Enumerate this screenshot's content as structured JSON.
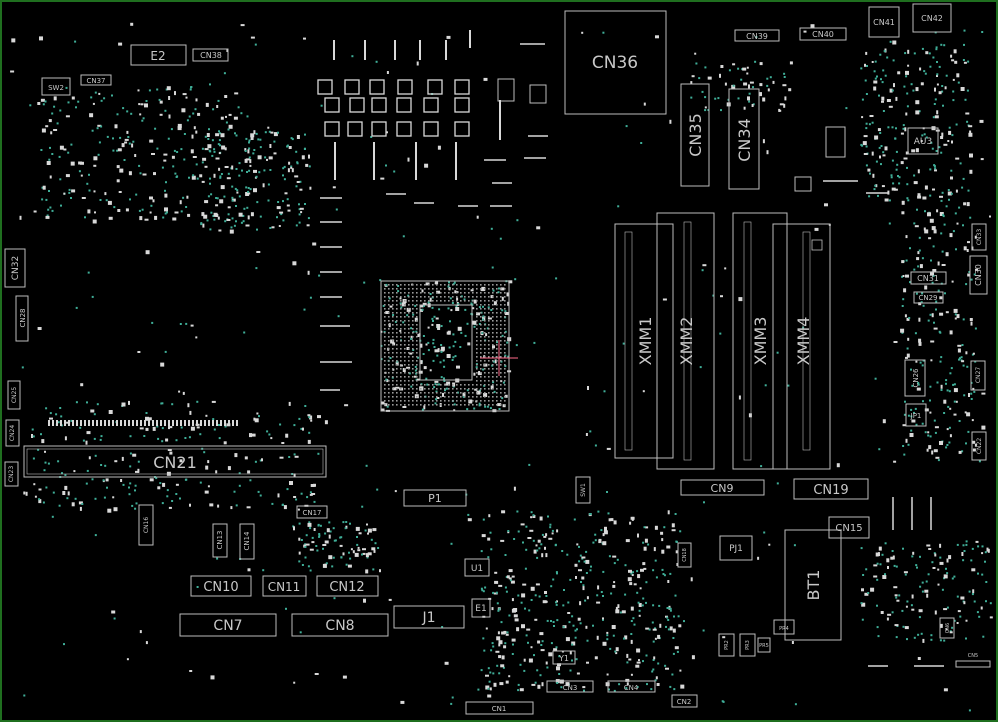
{
  "colors": {
    "background": "#000000",
    "outline": "#bdbdbd",
    "pad": "#d9d9d9",
    "via": "#3fae98",
    "border": "#1f6f1f",
    "cursor": "#ff6a8a"
  },
  "labels": {
    "cn36": "CN36",
    "cn35": "CN35",
    "cn34": "CN34",
    "cn39": "CN39",
    "cn40": "CN40",
    "cn41": "CN41",
    "cn42": "CN42",
    "au3": "AU3",
    "e2": "E2",
    "cn38": "CN38",
    "cn37": "CN37",
    "sw2": "SW2",
    "cn32": "CN32",
    "cn28": "CN28",
    "cn33": "CN33",
    "cn31": "CN31",
    "cn29": "CN29",
    "cn30": "CN30",
    "cn26": "CN26",
    "cn27": "CN27",
    "jp1": "JP1",
    "cn21": "CN21",
    "xmm1": "XMM1",
    "xmm2": "XMM2",
    "xmm3": "XMM3",
    "xmm4": "XMM4",
    "cn9": "CN9",
    "cn19": "CN19",
    "cn15": "CN15",
    "bt1": "BT1",
    "pj1": "PJ1",
    "p1": "P1",
    "sw1": "SW1",
    "cn17": "CN17",
    "cn16": "CN16",
    "cn13": "CN13",
    "cn14": "CN14",
    "cn10": "CN10",
    "cn11": "CN11",
    "cn12": "CN12",
    "cn7": "CN7",
    "cn8": "CN8",
    "j1": "J1",
    "u1": "U1",
    "e1": "E1",
    "y1": "Y1",
    "cn3": "CN3",
    "cn4": "CN4",
    "cn1": "CN1",
    "cn2": "CN2",
    "cn18": "CN18",
    "cn23": "CN23",
    "cn22": "CN22",
    "cn24": "CN24",
    "cn25": "CN25",
    "cn6": "CN6",
    "cn5": "CN5",
    "pr2": "PR2",
    "pr3": "PR3",
    "pr4": "PR4",
    "pr5": "PR5"
  }
}
